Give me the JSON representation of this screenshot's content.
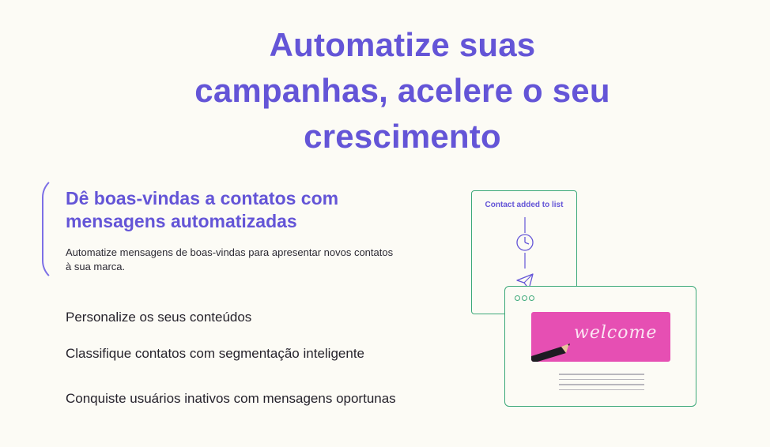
{
  "hero": {
    "title_lines": [
      "Automatize suas",
      "campanhas, acelere o seu",
      "crescimento"
    ]
  },
  "features": {
    "active": {
      "heading": "Dê boas-vindas a contatos com mensagens automatizadas",
      "description": "Automatize mensagens de boas-vindas para apresentar novos contatos à sua marca."
    },
    "items": [
      "Personalize os seus conteúdos",
      "Classifique contatos com segmentação inteligente",
      "Conquiste usuários inativos com mensagens oportunas"
    ]
  },
  "illustration": {
    "flow_card_title": "Contact added to list",
    "banner_text": "welcome",
    "accent_color": "#6455d7",
    "border_color": "#3da97a",
    "banner_color": "#e64fb3"
  }
}
